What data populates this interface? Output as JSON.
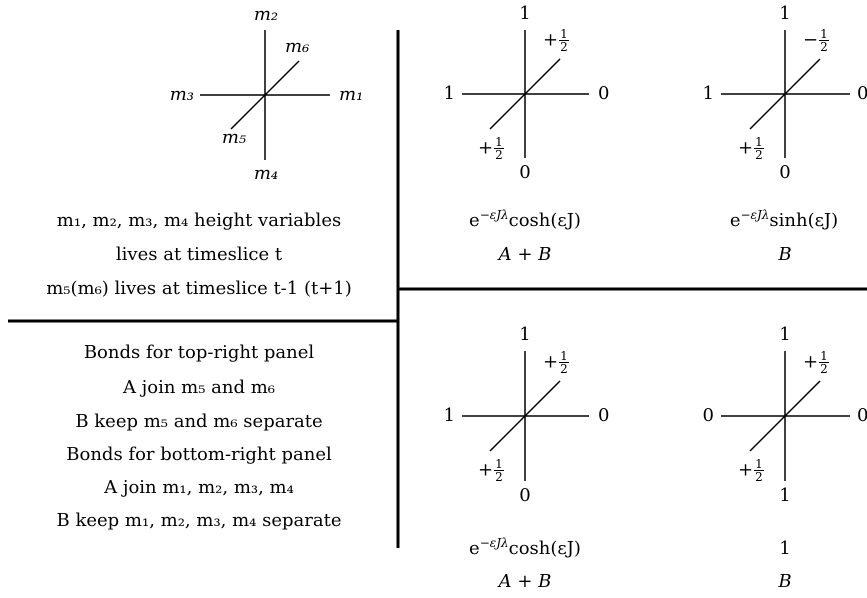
{
  "legend_vertex": {
    "m1": "m₁",
    "m2": "m₂",
    "m3": "m₃",
    "m4": "m₄",
    "m5": "m₅",
    "m6": "m₆"
  },
  "left_top_text": {
    "line1": "m₁, m₂, m₃, m₄ height variables",
    "line2": "lives at timeslice t",
    "line3": "m₅(m₆) lives at timeslice t-1 (t+1)"
  },
  "left_bottom_text": {
    "line1": "Bonds for top-right panel",
    "line2": "A join m₅ and m₆",
    "line3": "B keep m₅ and m₆ separate",
    "line4": "Bonds for bottom-right panel",
    "line5": "A join m₁, m₂, m₃, m₄",
    "line6": "B keep m₁, m₂, m₃, m₄ separate"
  },
  "vertices": [
    {
      "top": "1",
      "right": "0",
      "bottom": "0",
      "left": "1",
      "upper_diag_sign": "+",
      "lower_diag_sign": "+",
      "frac_num": "1",
      "frac_den": "2",
      "weight": "e^{-εJλ} cosh(εJ)",
      "bond": "A + B"
    },
    {
      "top": "1",
      "right": "0",
      "bottom": "0",
      "left": "1",
      "upper_diag_sign": "−",
      "lower_diag_sign": "+",
      "frac_num": "1",
      "frac_den": "2",
      "weight": "e^{-εJλ} sinh(εJ)",
      "bond": "B"
    },
    {
      "top": "1",
      "right": "0",
      "bottom": "0",
      "left": "1",
      "upper_diag_sign": "+",
      "lower_diag_sign": "+",
      "frac_num": "1",
      "frac_den": "2",
      "weight": "e^{-εJλ} cosh(εJ)",
      "bond": "A + B"
    },
    {
      "top": "1",
      "right": "0",
      "bottom": "1",
      "left": "0",
      "upper_diag_sign": "+",
      "lower_diag_sign": "+",
      "frac_num": "1",
      "frac_den": "2",
      "weight": "1",
      "bond": "B"
    }
  ],
  "weight_parts": {
    "e": "e",
    "exp": "−εJλ",
    "cosh": "cosh(εJ)",
    "sinh": "sinh(εJ)"
  }
}
